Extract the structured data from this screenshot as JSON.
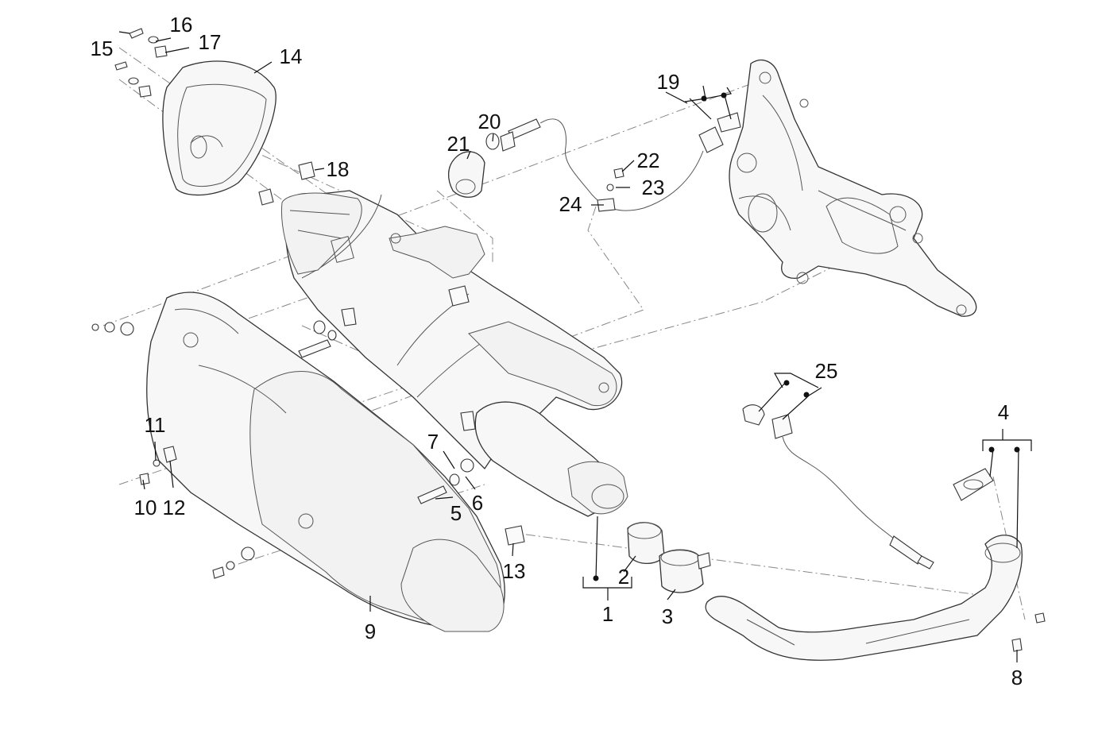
{
  "callouts": {
    "c1": "1",
    "c2": "2",
    "c3": "3",
    "c4": "4",
    "c5": "5",
    "c6": "6",
    "c7": "7",
    "c8": "8",
    "c9": "9",
    "c10": "10",
    "c11": "11",
    "c12": "12",
    "c13": "13",
    "c14": "14",
    "c15": "15",
    "c16": "16",
    "c17": "17",
    "c18": "18",
    "c19": "19",
    "c20": "20",
    "c21": "21",
    "c22": "22",
    "c23": "23",
    "c24": "24",
    "c25": "25"
  },
  "colors": {
    "line": "#333333",
    "part_fill": "#f7f7f7",
    "background": "#ffffff"
  }
}
